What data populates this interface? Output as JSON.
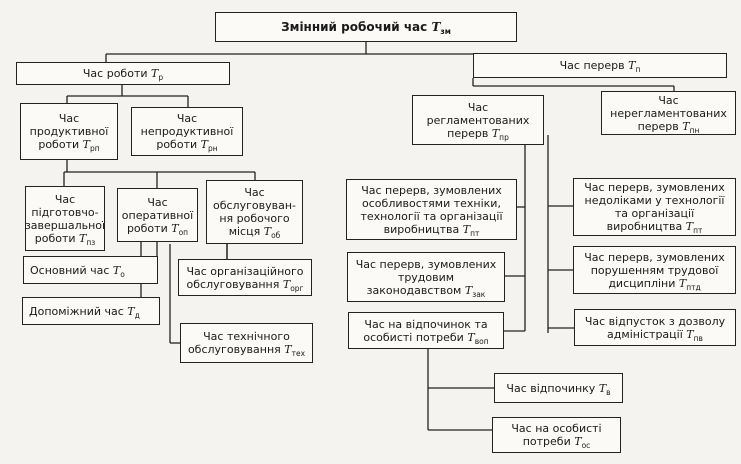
{
  "boxes": {
    "root": {
      "lines": [
        [
          "Змінний робочий час ",
          "T",
          "зм"
        ]
      ]
    },
    "work": {
      "lines": [
        [
          "Час роботи ",
          "T",
          "р"
        ]
      ]
    },
    "breaks": {
      "lines": [
        [
          "Час перерв ",
          "T",
          "п"
        ]
      ]
    },
    "prod": {
      "lines": [
        [
          "Час"
        ],
        [
          "продуктивної"
        ],
        [
          "роботи ",
          "T",
          "рп"
        ]
      ]
    },
    "unprod": {
      "lines": [
        [
          "Час"
        ],
        [
          "непродуктивної"
        ],
        [
          "роботи ",
          "T",
          "рн"
        ]
      ]
    },
    "reg": {
      "lines": [
        [
          "Час"
        ],
        [
          "регламентованих"
        ],
        [
          "перерв ",
          "T",
          "пр"
        ]
      ]
    },
    "unreg": {
      "lines": [
        [
          "Час"
        ],
        [
          "нерегламентованих"
        ],
        [
          "перерв ",
          "T",
          "пн"
        ]
      ]
    },
    "prep": {
      "lines": [
        [
          "Час"
        ],
        [
          "підготовчо-"
        ],
        [
          "завершальної"
        ],
        [
          "роботи ",
          "T",
          "пз"
        ]
      ]
    },
    "oper": {
      "lines": [
        [
          "Час"
        ],
        [
          "оперативної"
        ],
        [
          "роботи ",
          "T",
          "оп"
        ]
      ]
    },
    "serv": {
      "lines": [
        [
          "Час"
        ],
        [
          "обслуговуван-"
        ],
        [
          "ня робочого"
        ],
        [
          "місця ",
          "T",
          "об"
        ]
      ]
    },
    "main": {
      "lines": [
        [
          "Основний час ",
          "T",
          "о"
        ]
      ]
    },
    "aux": {
      "lines": [
        [
          "Допоміжний час ",
          "T",
          "д"
        ]
      ]
    },
    "org": {
      "lines": [
        [
          "Час організаційного"
        ],
        [
          "обслуговування ",
          "T",
          "орг"
        ]
      ]
    },
    "tech": {
      "lines": [
        [
          "Час технічного"
        ],
        [
          "обслуговування ",
          "T",
          "тех"
        ]
      ]
    },
    "reg_tech": {
      "lines": [
        [
          "Час перерв, зумовлених"
        ],
        [
          "особливостями техніки,"
        ],
        [
          "технології та організації"
        ],
        [
          "виробництва ",
          "T",
          "пт"
        ]
      ]
    },
    "reg_law": {
      "lines": [
        [
          "Час перерв, зумовлених"
        ],
        [
          "трудовим"
        ],
        [
          "законодавством ",
          "T",
          "зак"
        ]
      ]
    },
    "rest_needs": {
      "lines": [
        [
          "Час на відпочинок та"
        ],
        [
          "особисті потреби ",
          "T",
          "воп"
        ]
      ]
    },
    "un_tech": {
      "lines": [
        [
          "Час перерв, зумовлених"
        ],
        [
          "недоліками у технології"
        ],
        [
          "та організації"
        ],
        [
          "виробництва ",
          "T",
          "пт"
        ]
      ]
    },
    "un_disc": {
      "lines": [
        [
          "Час перерв, зумовлених"
        ],
        [
          "порушенням трудової"
        ],
        [
          "дисципліни ",
          "T",
          "птд"
        ]
      ]
    },
    "un_admin": {
      "lines": [
        [
          "Час відпусток з дозволу"
        ],
        [
          "адміністрації ",
          "T",
          "пв"
        ]
      ]
    },
    "rest": {
      "lines": [
        [
          "Час відпочинку ",
          "T",
          "в"
        ]
      ]
    },
    "personal": {
      "lines": [
        [
          "Час на особисті"
        ],
        [
          "потреби ",
          "T",
          "ос"
        ]
      ]
    }
  }
}
